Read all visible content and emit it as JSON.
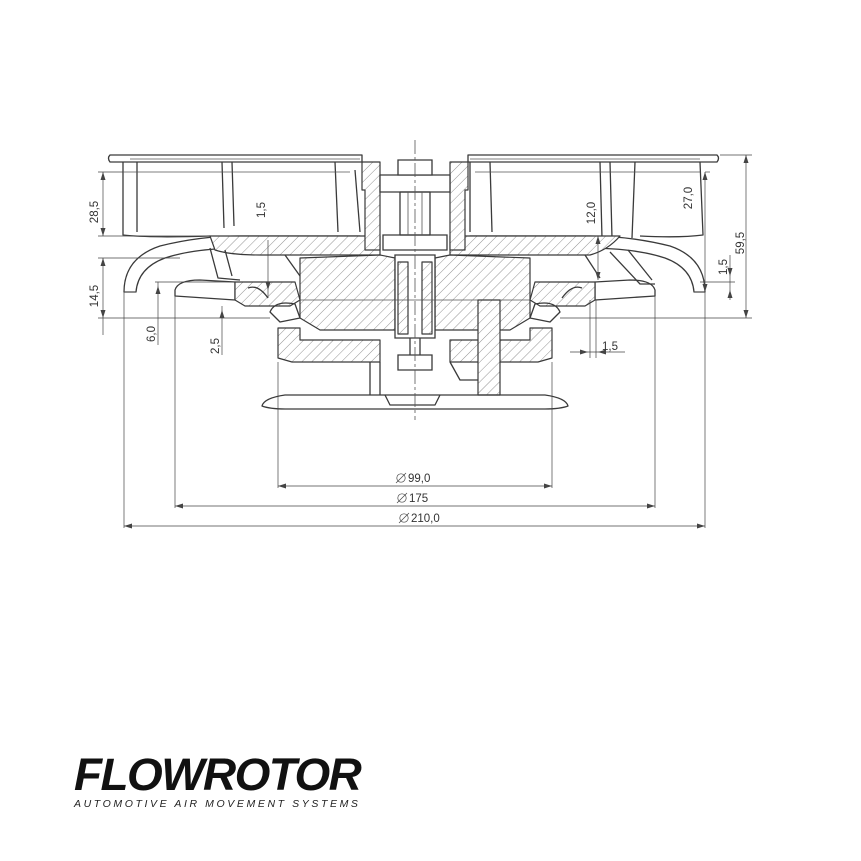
{
  "drawing": {
    "dimensions": {
      "overall_height": "59,5",
      "lip_height": "28,5",
      "blade_height": "27,0",
      "hub_height": "12,0",
      "ring_height": "14,5",
      "step_left": "6,0",
      "gap_left": "2,5",
      "wall_top": "1,5",
      "wall_right": "1,5",
      "clearance_right": "1,5",
      "dia_inner": "99,0",
      "dia_middle": "175",
      "dia_outer": "210,0"
    }
  },
  "brand": {
    "name": "FLOWROTOR",
    "tagline": "AUTOMOTIVE AIR MOVEMENT SYSTEMS"
  }
}
